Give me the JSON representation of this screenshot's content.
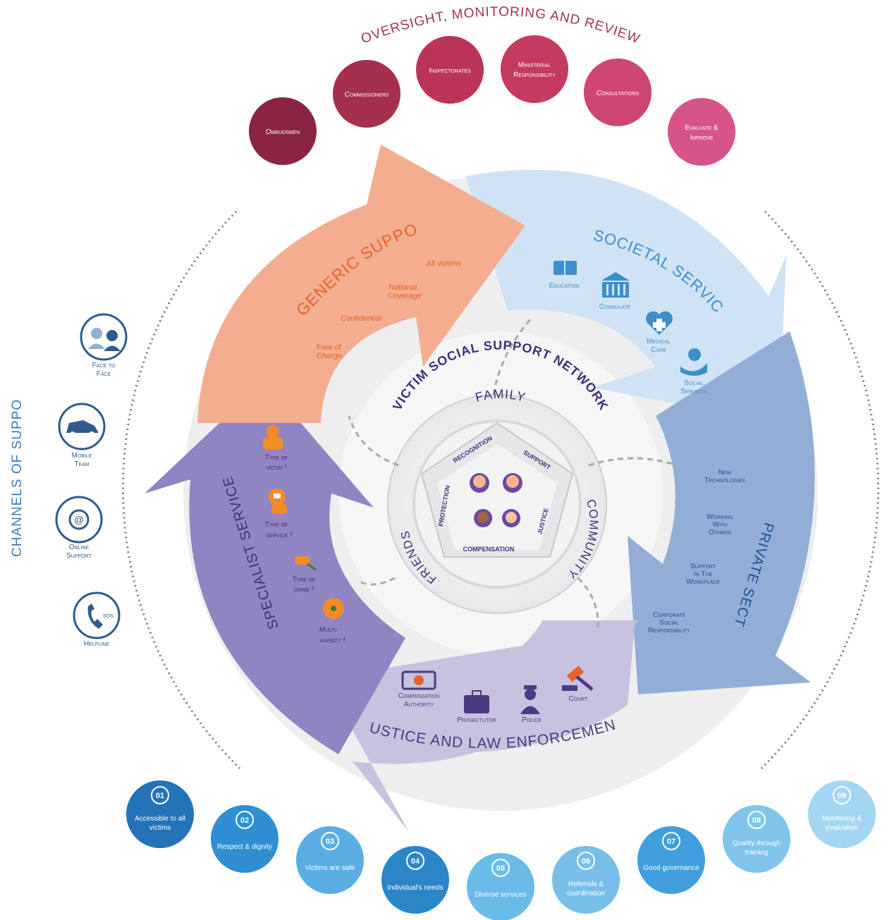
{
  "oversight": {
    "title": "OVERSIGHT, MONITORING AND REVIEW",
    "bodies": [
      {
        "line1": "Ombudsmen",
        "line2": "",
        "color": "#8a2443"
      },
      {
        "line1": "Commissioners",
        "line2": "",
        "color": "#a5304b"
      },
      {
        "line1": "Inspectorates",
        "line2": "",
        "color": "#bb3458"
      },
      {
        "line1": "Ministerial",
        "line2": "Responsibility",
        "color": "#c43a60"
      },
      {
        "line1": "Consultations",
        "line2": "",
        "color": "#cf4574"
      },
      {
        "line1": "Evaluate &",
        "line2": "Improve",
        "color": "#d6548a"
      }
    ]
  },
  "channels": {
    "title": "CHANNELS OF SUPPORT",
    "items": [
      {
        "line1": "Face to",
        "line2": "Face",
        "icon": "face-to-face-icon"
      },
      {
        "line1": "Mobile",
        "line2": "Team",
        "icon": "car-icon"
      },
      {
        "line1": "Online",
        "line2": "Support",
        "icon": "headset-icon"
      },
      {
        "line1": "Helpline",
        "line2": "",
        "icon": "phone-sos-icon"
      }
    ]
  },
  "generic": {
    "title": "GENERIC SUPPORT",
    "all_victims": "All victims",
    "national_1": "National",
    "national_2": "Coverage",
    "confidential": "Confidential",
    "free_1": "Free of",
    "free_2": "Charge",
    "color": "#f1a17f",
    "text_color": "#e8612c"
  },
  "societal": {
    "title": "SOCIETAL SERVICES",
    "education": "Education",
    "consulate": "Consulate",
    "medical_1": "Medical",
    "medical_2": "Care",
    "social_1": "Social",
    "social_2": "Services",
    "color": "#c9def1",
    "text_color": "#3d8fcc"
  },
  "private": {
    "title": "PRIVATE SECTOR",
    "new_tech_1": "New",
    "new_tech_2": "Technologies",
    "working_1": "Working",
    "working_2": "With",
    "working_3": "Others",
    "support_1": "Support",
    "support_2": "In The",
    "support_3": "Workplace",
    "corporate_1": "Corporate",
    "corporate_2": "Social",
    "corporate_3": "Responsibility",
    "color": "#8ea9d3",
    "text_color": "#1e4f96"
  },
  "justice": {
    "title": "JUSTICE AND LAW ENFORCEMENT",
    "compensation_1": "Compensation",
    "compensation_2": "Authority",
    "prosecutor": "Prosectutor",
    "police": "Police",
    "court": "Court",
    "color": "#c5bedc",
    "text_color": "#4a3b84"
  },
  "specialist": {
    "title": "SPECIALIST SERVICES",
    "victim_1": "Type of",
    "victim_2": "victim ¹",
    "service_1": "Type of",
    "service_2": "service ³",
    "crime_1": "Type of",
    "crime_2": "crime ²",
    "multi_1": "Multi-",
    "multi_2": "agency ⁴",
    "color": "#8f83bf",
    "text_color": "#3f2f7a"
  },
  "network": {
    "title": "VICTIM SOCIAL SUPPORT NETWORK",
    "family": "FAMILY",
    "community": "COMMUNITY",
    "friends": "FRIENDS",
    "recognition": "RECOGNITION",
    "support": "SUPPORT",
    "justice": "JUSTICE",
    "compensation": "COMPENSATION",
    "protection": "PROTECTION"
  },
  "principles": [
    {
      "num": "01",
      "line1": "Accessible to all",
      "line2": "victims",
      "color": "#2472b8"
    },
    {
      "num": "02",
      "line1": "Respect & dignity",
      "line2": "",
      "color": "#2f8fd2"
    },
    {
      "num": "03",
      "line1": "Victims are safe",
      "line2": "",
      "color": "#5aaee3"
    },
    {
      "num": "04",
      "line1": "Individual's needs",
      "line2": "",
      "color": "#2a86c9"
    },
    {
      "num": "05",
      "line1": "Diverse services",
      "line2": "",
      "color": "#6bbbe9"
    },
    {
      "num": "06",
      "line1": "Referrals &",
      "line2": "coordination",
      "color": "#78bfe8"
    },
    {
      "num": "07",
      "line1": "Good governance",
      "line2": "",
      "color": "#3f9fdc"
    },
    {
      "num": "08",
      "line1": "Quality through",
      "line2": "training",
      "color": "#7fc5ec"
    },
    {
      "num": "09",
      "line1": "Monitoring &",
      "line2": "evaluation",
      "color": "#a3d6f2"
    }
  ]
}
